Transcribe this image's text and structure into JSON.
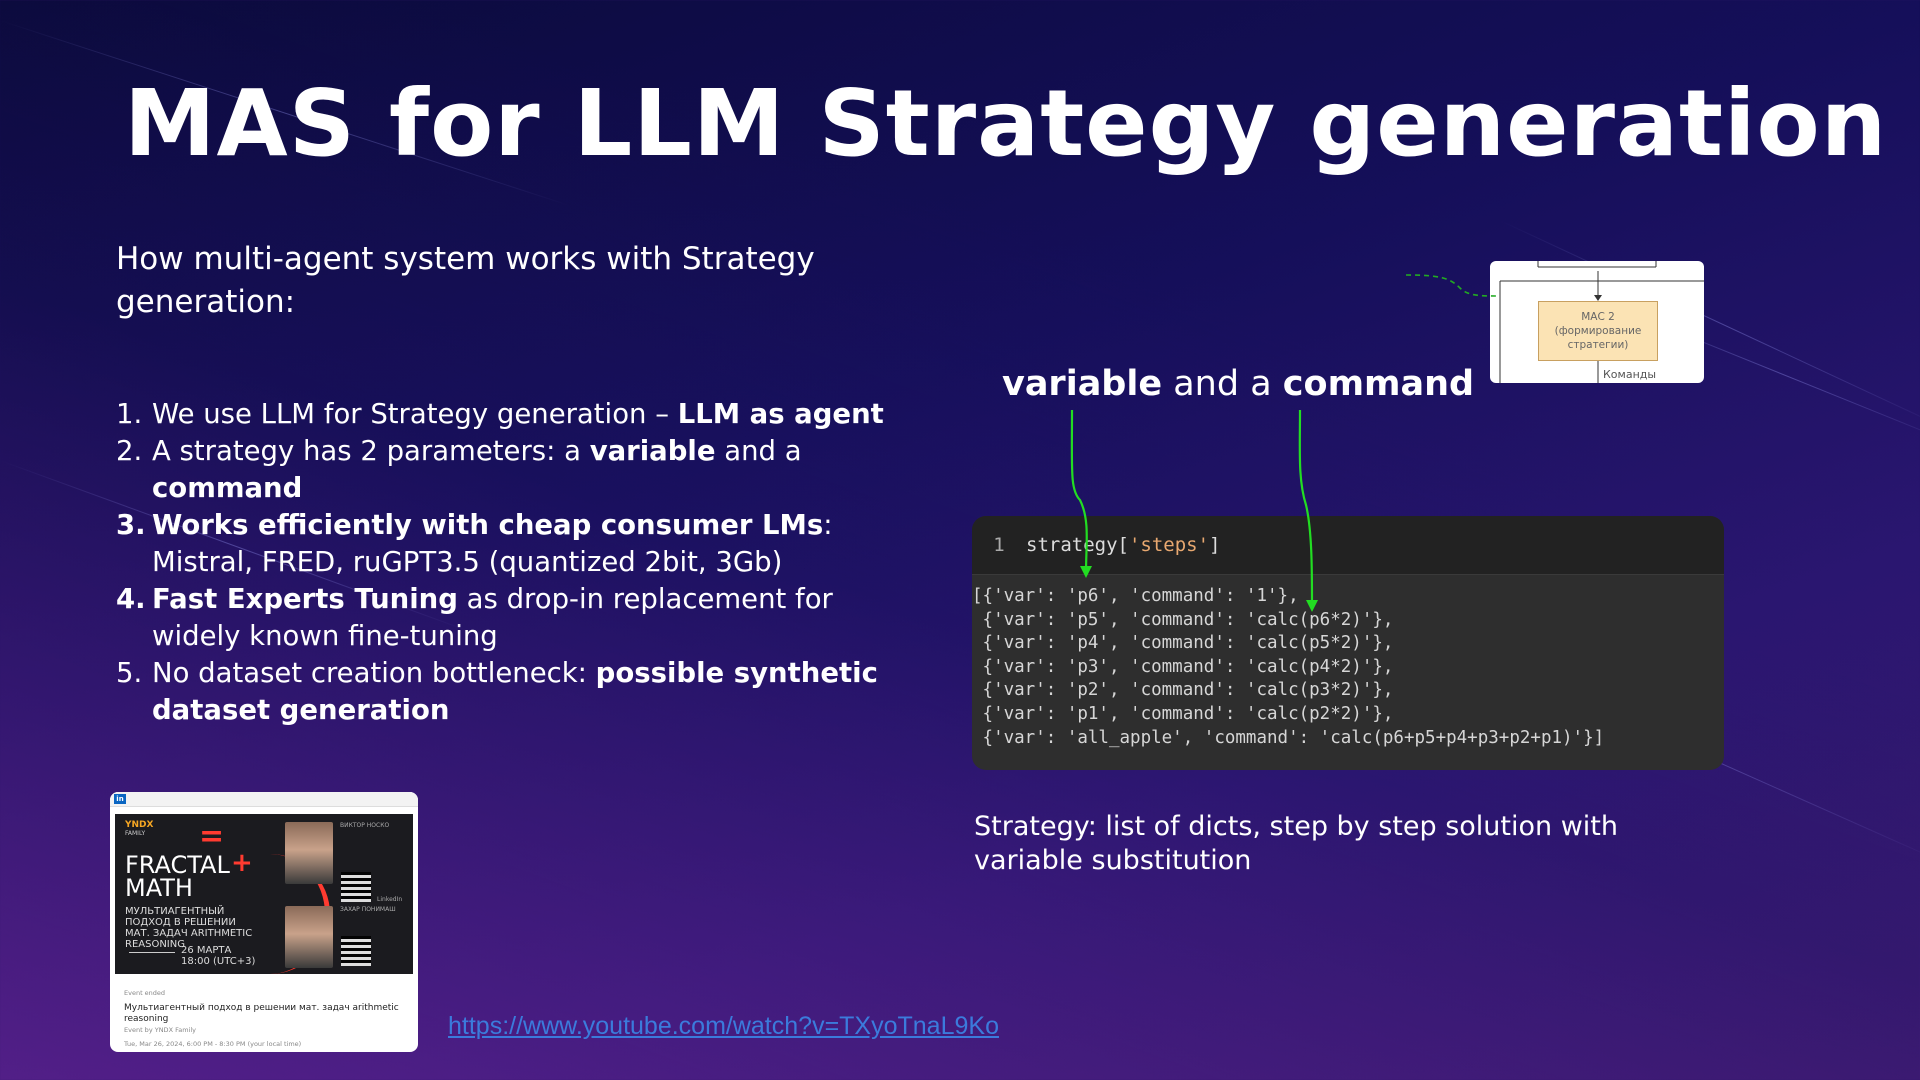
{
  "slide": {
    "title": "MAS for LLM Strategy generation",
    "intro": "How multi-agent system works with Strategy generation:",
    "list": [
      {
        "num": "1.",
        "num_bold": false,
        "parts": [
          {
            "t": "We use LLM for Strategy generation – ",
            "b": false
          },
          {
            "t": "LLM as agent",
            "b": true
          }
        ]
      },
      {
        "num": "2.",
        "num_bold": false,
        "parts": [
          {
            "t": "A strategy has 2 parameters: a ",
            "b": false
          },
          {
            "t": "variable",
            "b": true
          },
          {
            "t": " and a ",
            "b": false
          },
          {
            "t": "command",
            "b": true
          }
        ]
      },
      {
        "num": "3.",
        "num_bold": true,
        "parts": [
          {
            "t": "Works efficiently with cheap consumer LMs",
            "b": true
          },
          {
            "t": ": Mistral, FRED, ruGPT3.5 (quantized 2bit, 3Gb)",
            "b": false
          }
        ]
      },
      {
        "num": "4.",
        "num_bold": true,
        "parts": [
          {
            "t": "Fast Experts Tuning",
            "b": true
          },
          {
            "t": " as drop-in replacement for widely known fine-tuning",
            "b": false
          }
        ]
      },
      {
        "num": "5.",
        "num_bold": false,
        "parts": [
          {
            "t": "No dataset creation bottleneck: ",
            "b": false
          },
          {
            "t": "possible synthetic dataset generation",
            "b": true
          }
        ]
      }
    ],
    "annotation": {
      "word1": "variable",
      "mid": " and a ",
      "word2": "command"
    },
    "diagram": {
      "box_lines": [
        "МАС 2",
        "(формирование",
        "стратегии)"
      ],
      "footer": "Команды"
    },
    "code": {
      "line_number": "1",
      "code_prefix": "strategy[",
      "code_string": "'steps'",
      "code_suffix": "]",
      "output": [
        "[{'var': 'p6', 'command': '1'},",
        " {'var': 'p5', 'command': 'calc(p6*2)'},",
        " {'var': 'p4', 'command': 'calc(p5*2)'},",
        " {'var': 'p3', 'command': 'calc(p4*2)'},",
        " {'var': 'p2', 'command': 'calc(p3*2)'},",
        " {'var': 'p1', 'command': 'calc(p2*2)'},",
        " {'var': 'all_apple', 'command': 'calc(p6+p5+p4+p3+p2+p1)'}]"
      ]
    },
    "caption": "Strategy: list of dicts, step by step solution with variable substitution",
    "thumbnail": {
      "brand": "YNDX",
      "brand_sub": "FAMILY",
      "title_line1": "FRACTAL",
      "title_line2": "MATH",
      "subtitle": "МУЛЬТИАГЕНТНЫЙ ПОДХОД В РЕШЕНИИ МАТ. ЗАДАЧ ARITHMETIC REASONING",
      "date": "26 МАРТА\n18:00 (UTC+3)",
      "speaker1": "ВИКТОР НОСКО",
      "speaker2": "ЗАХАР ПОНИМАШ",
      "event_label": "Event ended",
      "event_title": "Мультиагентный подход в решении мат. задач arithmetic reasoning",
      "event_by": "Event by YNDX Family",
      "event_time": "Tue, Mar 26, 2024, 6:00 PM - 8:30 PM (your local time)",
      "qr_label": "LinkedIn"
    },
    "link": "https://www.youtube.com/watch?v=TXyoTnaL9Ko",
    "colors": {
      "arrow_green": "#22dd22",
      "link_blue": "#3b7bdc",
      "accent_red": "#ff3b30"
    }
  }
}
